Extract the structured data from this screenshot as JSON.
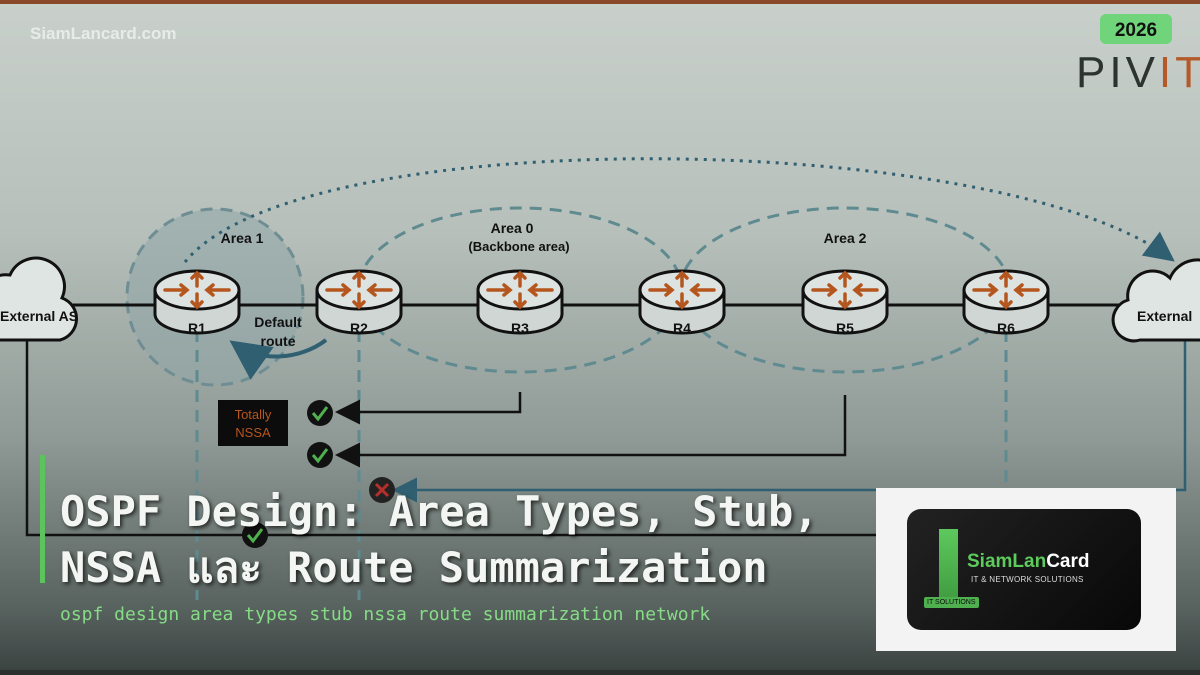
{
  "watermark": "SiamLancard.com",
  "badge": {
    "year": "2026",
    "brand_prefix": "PIV",
    "brand_suffix": "IT"
  },
  "diagram": {
    "areas": [
      "Area 1",
      "Area 0",
      "(Backbone area)",
      "Area 2"
    ],
    "routers": [
      "R1",
      "R2",
      "R3",
      "R4",
      "R5",
      "R6"
    ],
    "external_left": "External AS",
    "external_right": "External",
    "default_route": [
      "Default",
      "route"
    ],
    "totally_nssa": [
      "Totally",
      "NSSA"
    ]
  },
  "title": {
    "line1": "OSPF Design: Area Types, Stub,",
    "line2": "NSSA และ Route Summarization"
  },
  "subtitle": "ospf design area types stub nssa route summarization network",
  "logo": {
    "name_green": "SiamLan",
    "name_white": "Card",
    "tagline": "IT & NETWORK SOLUTIONS",
    "tag": "IT SOLUTIONS"
  },
  "colors": {
    "accent_green": "#5cc45c",
    "router_arrow": "#b5561f",
    "dashed": "#5f8a90"
  }
}
